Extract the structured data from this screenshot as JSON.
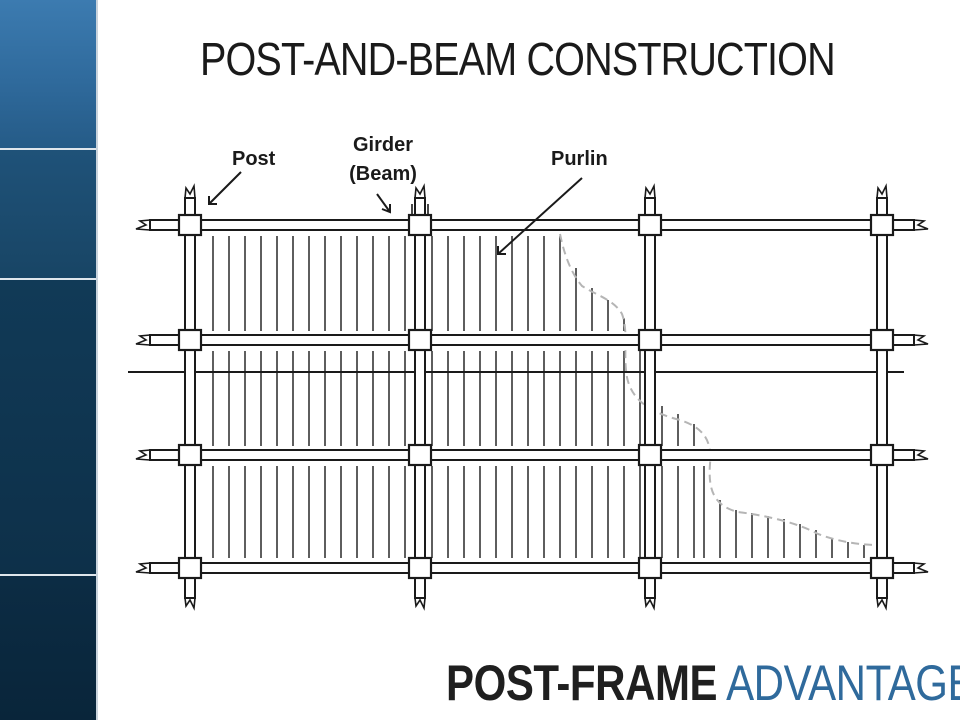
{
  "slide": {
    "title": "POST-AND-BEAM CONSTRUCTION",
    "brand_primary": "POST-FRAME",
    "brand_secondary": "ADVANTAGE"
  },
  "diagram": {
    "labels": {
      "post": "Post",
      "girder_line1": "Girder",
      "girder_line2": "(Beam)",
      "purlin": "Purlin"
    }
  },
  "colors": {
    "sidebar_top": "#3c7bb0",
    "sidebar_dark": "#0d3049",
    "brand_accent": "#2f6a9c",
    "line": "#1a1a1a",
    "dashed_outline": "#b5b5b5"
  }
}
